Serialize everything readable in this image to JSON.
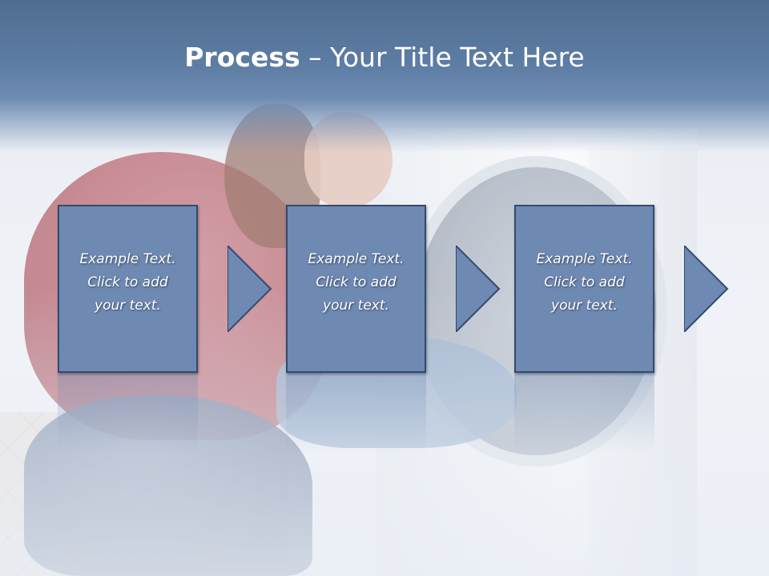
{
  "slide": {
    "title_bold": "Process",
    "title_rest": " – Your Title Text Here",
    "colors": {
      "band": "#5f7ea5",
      "box": "#6e89b2",
      "border": "#334a6d"
    },
    "steps": [
      {
        "line1": "Example Text.",
        "line2": "Click  to add",
        "line3": "your text."
      },
      {
        "line1": "Example Text.",
        "line2": "Click  to add",
        "line3": "your text."
      },
      {
        "line1": "Example Text.",
        "line2": "Click  to add",
        "line3": "your text."
      }
    ]
  }
}
